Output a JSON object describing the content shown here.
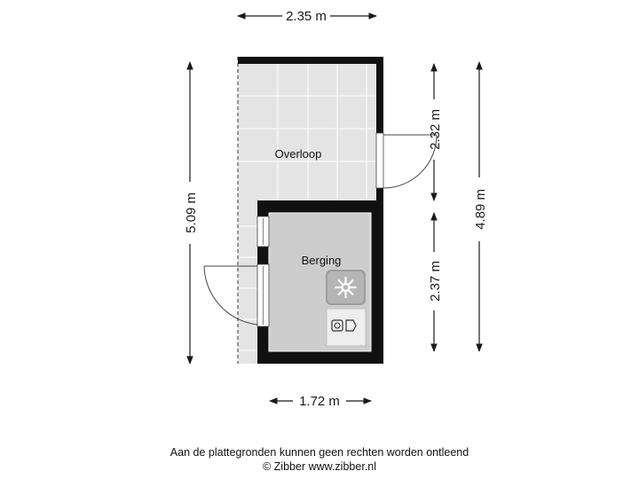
{
  "dimensions": {
    "top_width": "2.35 m",
    "bottom_width": "1.72 m",
    "left_height": "5.09 m",
    "right_upper": "2.32 m",
    "right_lower": "2.37 m",
    "right_total": "4.89 m"
  },
  "rooms": {
    "overloop": "Overloop",
    "berging": "Berging"
  },
  "fixtures": {
    "heater": "fan-heater-icon",
    "washer": "washing-machine-icon"
  },
  "footer": {
    "disclaimer": "Aan de plattegronden kunnen geen rechten worden ontleend",
    "copyright": "© Zibber www.zibber.nl"
  },
  "colors": {
    "wall": "#111111",
    "overloop_fill": "#e4e4e4",
    "berging_fill": "#cdcdcd",
    "tile_line": "#ffffff"
  }
}
